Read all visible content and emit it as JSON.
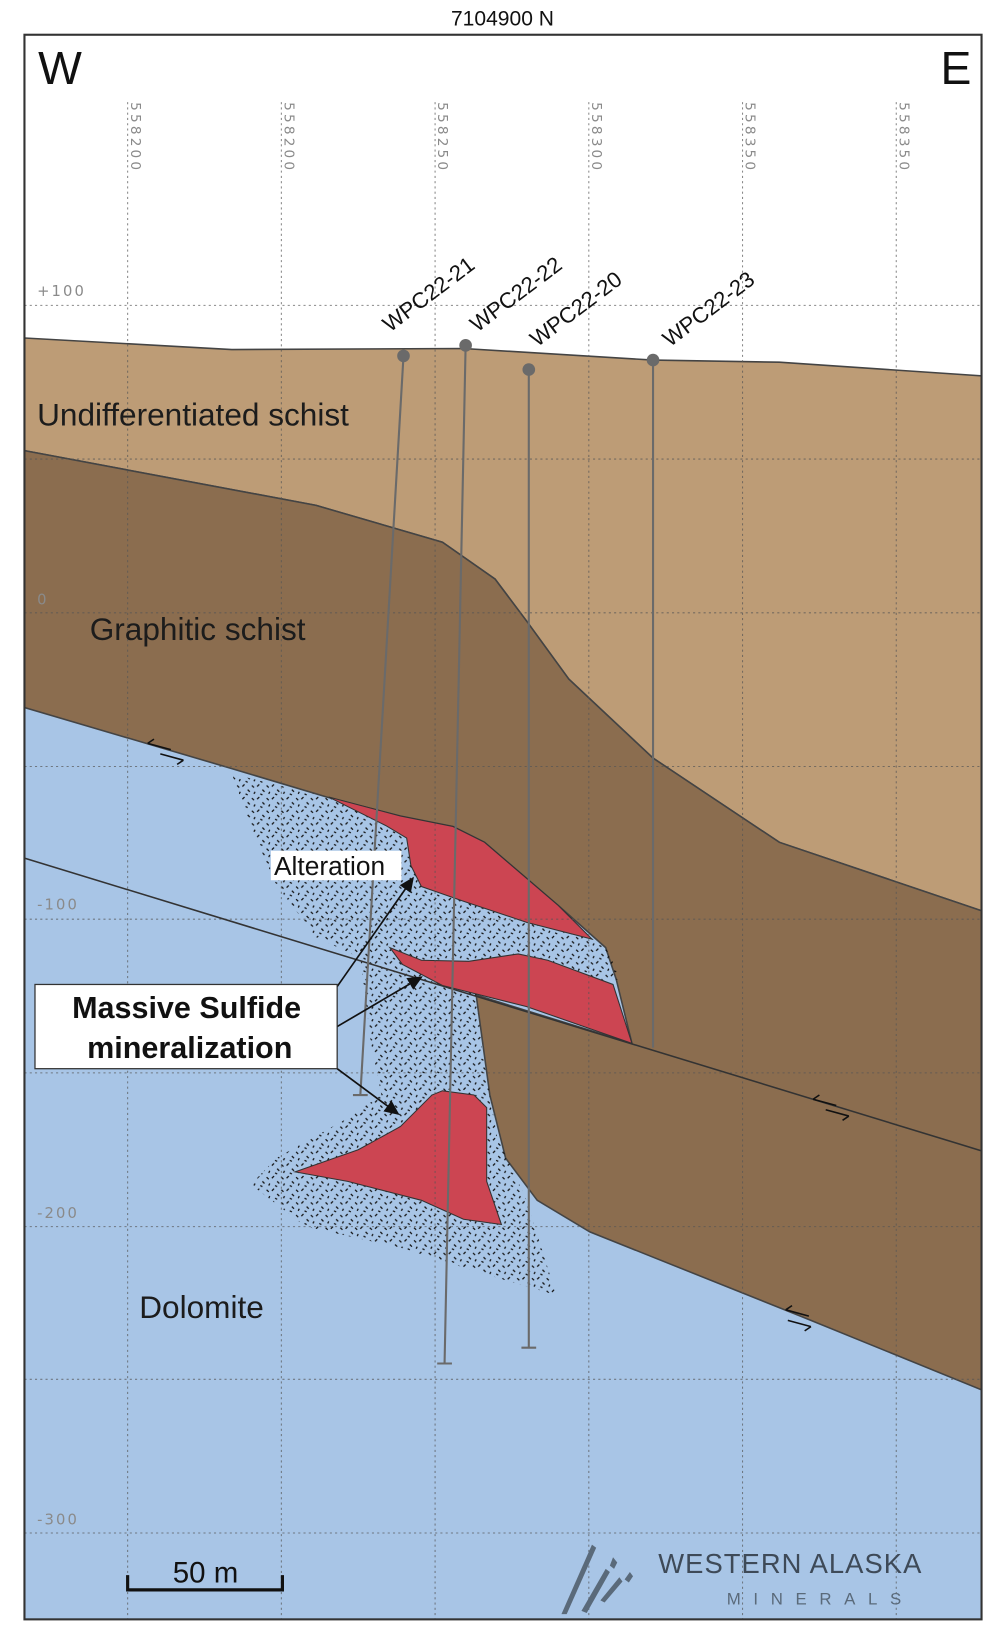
{
  "header": {
    "northing": "7104900 N"
  },
  "compass": {
    "west": "W",
    "east": "E"
  },
  "easting_ticks": [
    "558200",
    "558200",
    "558250",
    "558300",
    "558350",
    "558350"
  ],
  "elevation_ticks": [
    "+100",
    "0",
    "-100",
    "-200",
    "-300"
  ],
  "layers": {
    "undifferentiated": "Undifferentiated schist",
    "graphitic": "Graphitic schist",
    "dolomite": "Dolomite"
  },
  "annotations": {
    "alteration": "Alteration",
    "sulfide_line1": "Massive Sulfide",
    "sulfide_line2": "mineralization"
  },
  "drill_holes": [
    "WPC22-21",
    "WPC22-22",
    "WPC22-20",
    "WPC22-23"
  ],
  "scale_bar": "50 m",
  "logo": {
    "name": "WESTERN ALASKA",
    "sub": "MINERALS"
  },
  "colors": {
    "undifferentiated": "#bd9c76",
    "graphitic": "#8b6d4f",
    "dolomite": "#a8c5e6",
    "sulfide": "#cc4552"
  }
}
